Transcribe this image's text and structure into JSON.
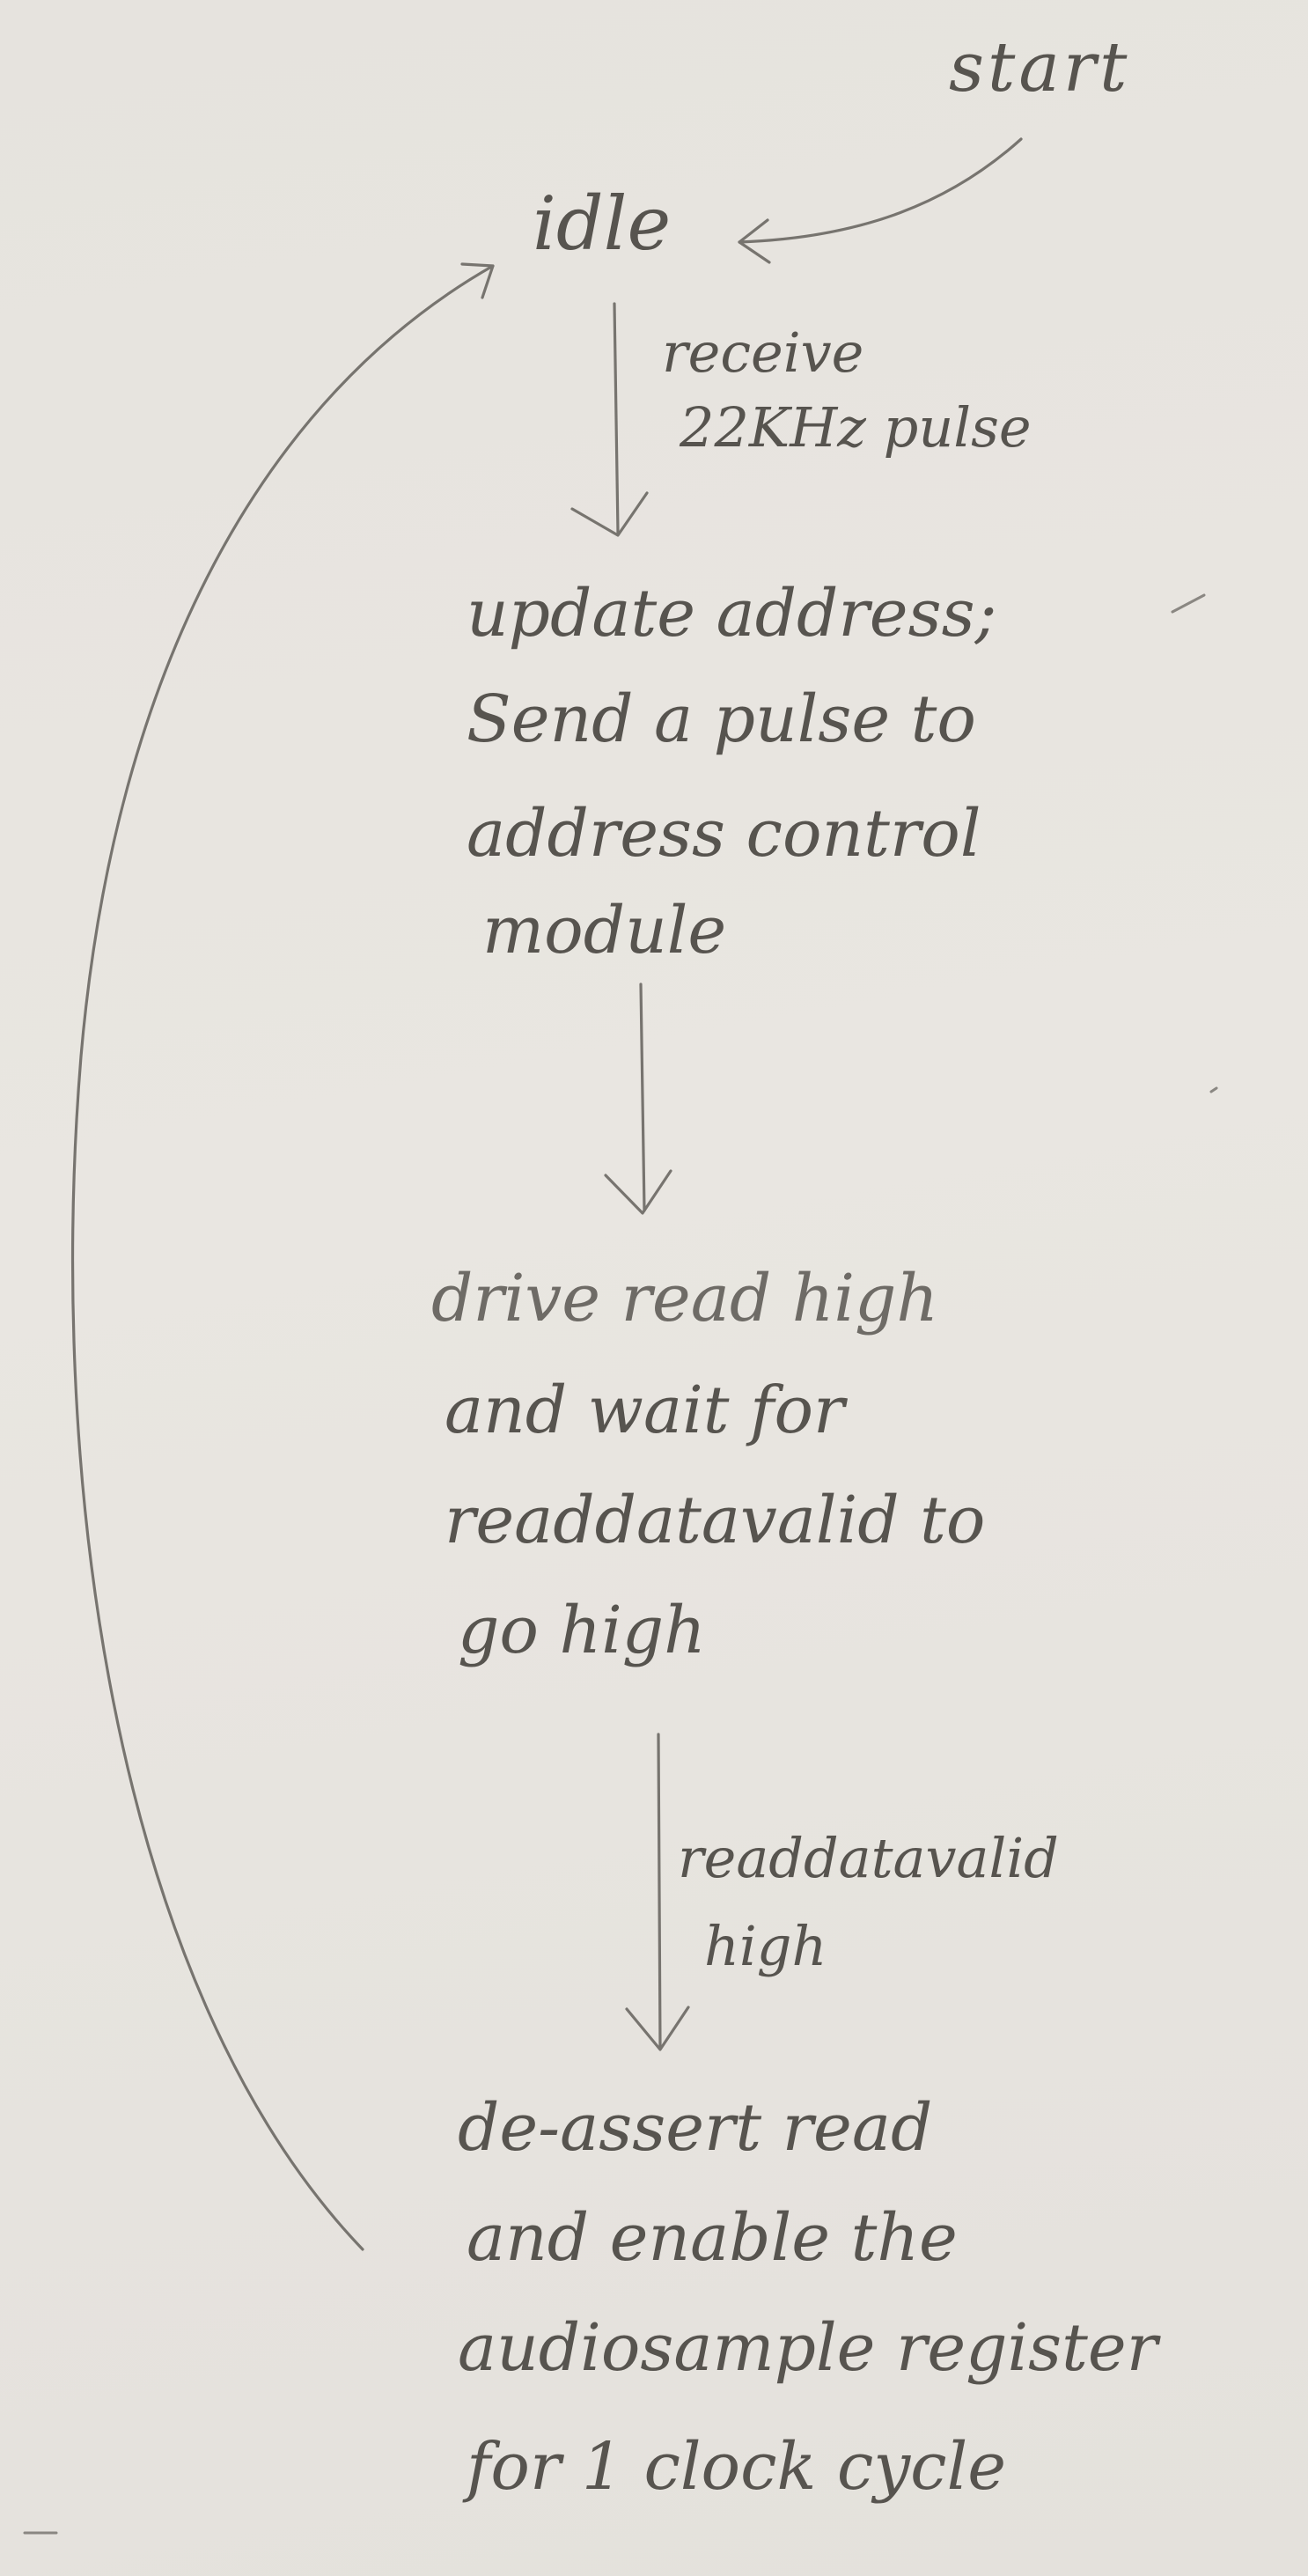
{
  "diagram": {
    "start": "start",
    "states": {
      "idle": "idle",
      "update": [
        "update address;",
        "Send a pulse to",
        "address control",
        "module"
      ],
      "drive": [
        "drive read high",
        "and wait for",
        "readdatavalid to",
        "go high"
      ],
      "deassert": [
        "de-assert read",
        "and enable the",
        "audiosample register",
        "for 1 clock cycle"
      ]
    },
    "transitions": {
      "idle_to_update": [
        "receive",
        "22KHz pulse"
      ],
      "drive_to_deassert": [
        "readdatavalid",
        "high"
      ]
    }
  }
}
